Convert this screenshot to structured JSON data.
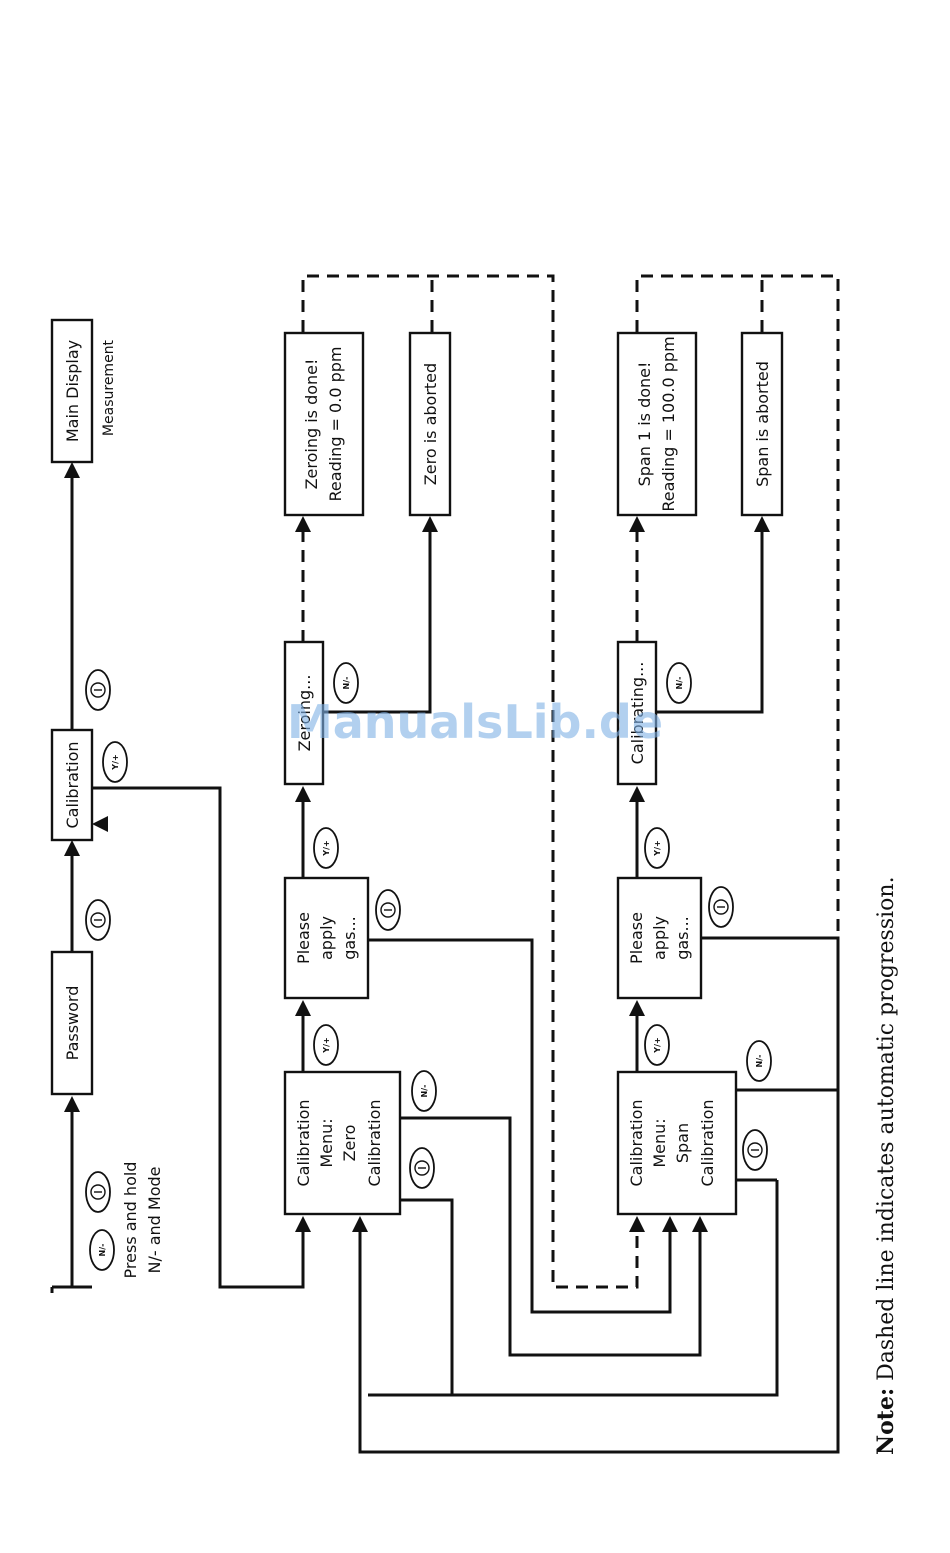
{
  "boxes": {
    "main_display": "Main Display",
    "calibration": "Calibration",
    "password": "Password",
    "zeroing_done": [
      "Zeroing is done!",
      "Reading = 0.0 ppm"
    ],
    "zero_aborted": "Zero is aborted",
    "zeroing": "Zeroing...",
    "please_apply_zero": [
      "Please",
      "apply",
      "gas..."
    ],
    "calib_menu_zero": [
      "Calibration",
      "Menu:",
      "Zero",
      "Calibration"
    ],
    "span_done": [
      "Span 1 is done!",
      "Reading = 100.0 ppm"
    ],
    "span_aborted": "Span is aborted",
    "calibrating": "Calibrating...",
    "please_apply_span": [
      "Please",
      "apply",
      "gas..."
    ],
    "calib_menu_span": [
      "Calibration",
      "Menu:",
      "Span",
      "Calibration"
    ]
  },
  "labels": {
    "measurement": "Measurement",
    "press_hold": [
      "Press and hold",
      "N/- and Mode"
    ]
  },
  "buttons": {
    "mode_symbol": "Ⓘ",
    "y_plus": "Y/+",
    "n_minus": "N/-"
  },
  "note": {
    "bold": "Note:",
    "text": " Dashed line indicates automatic progression."
  },
  "watermark": "ManualsLib.de"
}
